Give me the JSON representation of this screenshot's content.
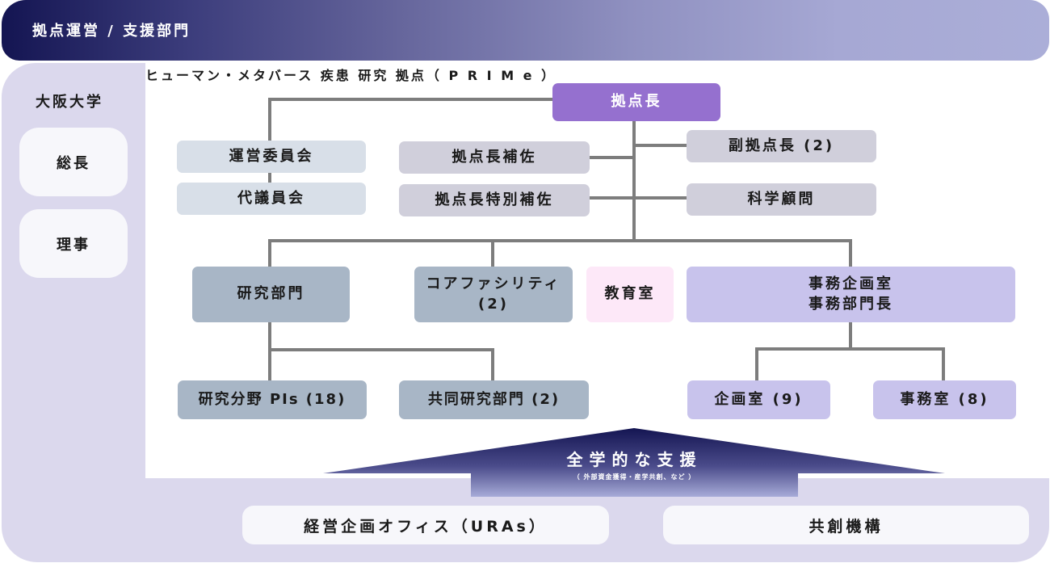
{
  "banner": {
    "title": "拠点運営 / 支援部門"
  },
  "university": {
    "title": "大阪大学",
    "items": [
      {
        "label": "総長"
      },
      {
        "label": "理事"
      }
    ]
  },
  "org": {
    "title": "ヒューマン・メタバース 疾患 研究 拠点（ P R I M e ）",
    "head": {
      "label": "拠点長"
    },
    "councils": [
      {
        "label": "運営委員会"
      },
      {
        "label": "代議員会"
      }
    ],
    "assistants": [
      {
        "label": "拠点長補佐"
      },
      {
        "label": "拠点長特別補佐"
      }
    ],
    "advisors": [
      {
        "label": "副拠点長 (2)"
      },
      {
        "label": "科学顧問"
      }
    ],
    "divisions": {
      "research": {
        "label": "研究部門"
      },
      "core_facility": {
        "line1": "コアファシリティ",
        "line2": "(2)"
      },
      "education": {
        "label": "教育室"
      },
      "admin": {
        "line1": "事務企画室",
        "line2": "事務部門長"
      }
    },
    "research_units": [
      {
        "label": "研究分野 PIs (18)"
      },
      {
        "label": "共同研究部門 (2)"
      }
    ],
    "admin_units": [
      {
        "label": "企画室 (9)"
      },
      {
        "label": "事務室 (8)"
      }
    ]
  },
  "support": {
    "title": "全学的な支援",
    "subtitle": "（ 外部資金獲得・産学共創、など ）"
  },
  "bottom": [
    {
      "label": "経営企画オフィス（URAs）"
    },
    {
      "label": "共創機構"
    }
  ],
  "colors": {
    "head": "#9570cf",
    "research": "#a8b6c6",
    "admin": "#c8c3ec",
    "education": "#fde8f8",
    "connector": "#7d7d7d"
  }
}
